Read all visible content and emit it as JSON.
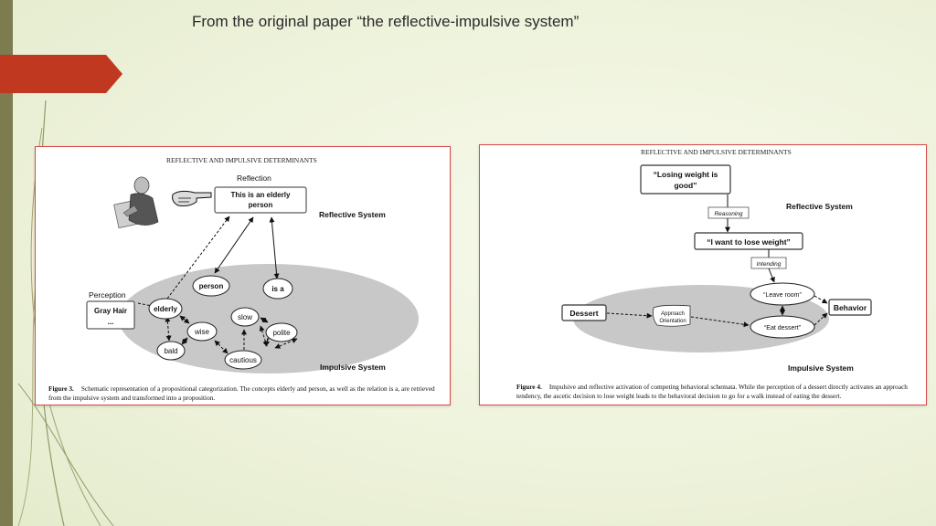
{
  "slide": {
    "title": "From the original paper  “the reflective-impulsive system”"
  },
  "figure1": {
    "header": "REFLECTIVE AND IMPULSIVE DETERMINANTS",
    "reflection_label": "Reflection",
    "proposition_line1": "This is an elderly",
    "proposition_line2": "person",
    "reflective_system_label": "Reflective System",
    "perception_label": "Perception",
    "percept_line1": "Gray Hair",
    "percept_line2": "...",
    "nodes": {
      "person": "person",
      "is_a": "is a",
      "elderly": "elderly",
      "wise": "wise",
      "bald": "bald",
      "slow": "slow",
      "polite": "polite",
      "cautious": "cautious"
    },
    "impulsive_system_label": "Impulsive System",
    "caption_label": "Figure 3.",
    "caption_text": "Schematic representation of a propositional categorization. The concepts elderly and person, as well as the relation is a, are retrieved from the impulsive system and transformed into a proposition."
  },
  "figure2": {
    "header": "REFLECTIVE AND IMPULSIVE DETERMINANTS",
    "goal_line1": "“Losing weight is",
    "goal_line2": "good”",
    "reasoning_label": "Reasoning",
    "reflective_system_label": "Reflective System",
    "intention": "“I want to lose weight”",
    "intending_label": "Intending",
    "leave_room": "“Leave room”",
    "eat_dessert": "“Eat dessert”",
    "dessert": "Dessert",
    "approach_line1": "Approach",
    "approach_line2": "Orientation",
    "behavior": "Behavior",
    "impulsive_system_label": "Impulsive System",
    "caption_label": "Figure 4.",
    "caption_text": "Impulsive and reflective activation of competing behavioral schemata. While the perception of a dessert directly activates an approach tendency, the ascetic decision to lose weight leads to the behavioral decision to go for a walk instead of eating the dessert."
  }
}
